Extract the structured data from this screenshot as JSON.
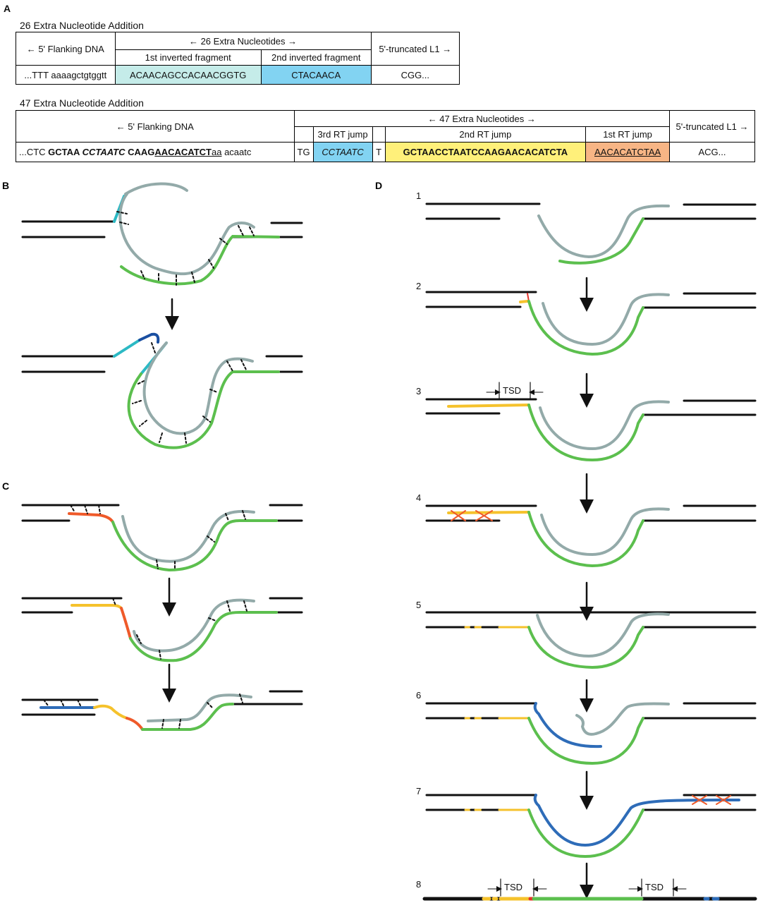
{
  "panel_a": {
    "letter": "A",
    "t26": {
      "title": "26 Extra Nucleotide Addition",
      "flank_header": "← 5' Flanking DNA",
      "extra_header": "← 26 Extra Nucleotides →",
      "frag1_header": "1st inverted fragment",
      "frag2_header": "2nd inverted fragment",
      "l1_header": "5'-truncated L1 →",
      "flank_seq": "...TTT aaaagctgtggtt",
      "frag1_seq": "ACAACAGCCACAACGGTG",
      "frag2_seq": "CTACAACA",
      "l1_seq": "CGG..."
    },
    "t47": {
      "title": "47 Extra Nucleotide Addition",
      "flank_header": "← 5' Flanking DNA",
      "extra_header": "← 47 Extra Nucleotides →",
      "jump3_header": "3rd RT jump",
      "jump2_header": "2nd RT jump",
      "jump1_header": "1st RT jump",
      "l1_header": "5'-truncated L1 →",
      "flank_p1": "...CTC ",
      "flank_p2": "GCTAA ",
      "flank_p3": "CCTAATC",
      "flank_p4": " CAAG",
      "flank_p5": "AACACATCT",
      "flank_p6": "aa",
      "flank_p7": " acaatc",
      "tg": "TG",
      "jump3_seq": "CCTAATC",
      "t": "T",
      "jump2_seq": "GCTAACCTAATCCAAGAACACATCTA",
      "jump1_seq": "AACACATCTAA",
      "l1_seq": "ACG..."
    }
  },
  "panel_b": {
    "letter": "B"
  },
  "panel_c": {
    "letter": "C"
  },
  "panel_d": {
    "letter": "D",
    "steps": [
      "1",
      "2",
      "3",
      "4",
      "5",
      "6",
      "7",
      "8"
    ],
    "tsd": "TSD"
  },
  "colors": {
    "dna": "#111111",
    "rna": "#93aaa9",
    "l1_cdna": "#5cbf4e",
    "cyan": "#2cb9c4",
    "navy": "#1a4fa1",
    "orange_red": "#ef5a2a",
    "yellow": "#f5c22c",
    "blue": "#2e6cb8",
    "red": "#e5332a"
  }
}
